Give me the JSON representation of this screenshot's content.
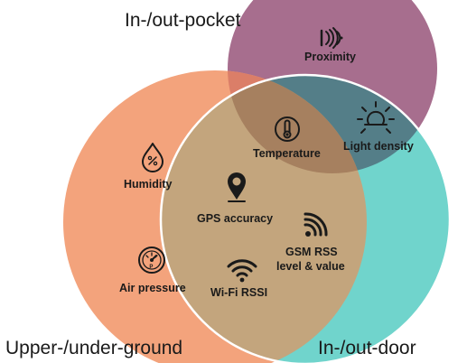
{
  "sets": {
    "pocket": {
      "label": "In-/out-pocket",
      "color": "#a76e8e"
    },
    "ground": {
      "label": "Upper-/under-ground",
      "color": "#f3a37c"
    },
    "door": {
      "label": "In-/out-door",
      "color": "#70d4cc"
    }
  },
  "overlap_colors": {
    "pocket_ground": "#db7e68",
    "pocket_door": "#547e88",
    "ground_door": "#c3a57d",
    "all_three": "#a6805f"
  },
  "items": {
    "proximity": {
      "label": "Proximity",
      "icon": "proximity-icon",
      "set": "pocket"
    },
    "light_density": {
      "label": "Light density",
      "icon": "sun-icon",
      "set": "pocket+door"
    },
    "temperature": {
      "label": "Temperature",
      "icon": "thermometer-icon",
      "set": "pocket+ground+door"
    },
    "humidity": {
      "label": "Humidity",
      "icon": "humidity-drop-icon",
      "set": "ground"
    },
    "gps_accuracy": {
      "label": "GPS accuracy",
      "icon": "map-pin-icon",
      "set": "ground+door"
    },
    "gsm_rss": {
      "label_line1": "GSM RSS",
      "label_line2": "level & value",
      "icon": "cellular-signal-icon",
      "set": "ground+door"
    },
    "air_pressure": {
      "label": "Air pressure",
      "icon": "gauge-icon",
      "set": "ground"
    },
    "wifi_rssi": {
      "label": "Wi-Fi RSSI",
      "icon": "wifi-icon",
      "set": "ground+door"
    }
  }
}
